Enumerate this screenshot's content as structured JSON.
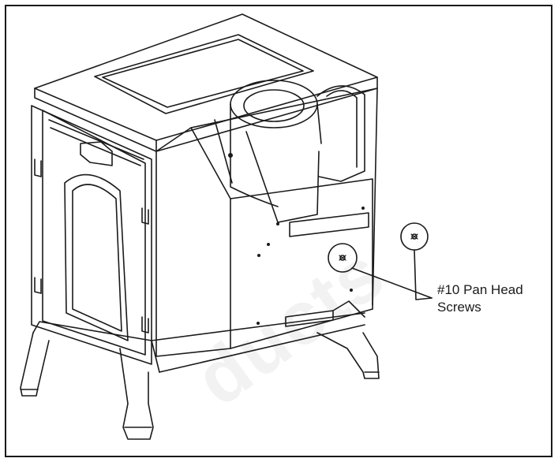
{
  "callout": {
    "line1": "#10 Pan Head",
    "line2": "Screws"
  },
  "watermark": "ducts",
  "colors": {
    "ink": "#1a1a1a",
    "watermark": "#f2f2f2"
  }
}
